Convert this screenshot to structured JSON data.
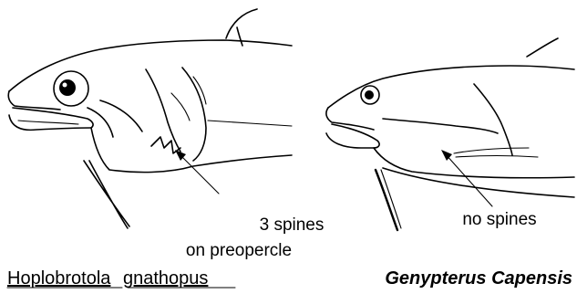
{
  "left_fish": {
    "annotation_line1": "3 spines",
    "annotation_line2": "on preopercle",
    "name_part1": "Hoplobrotola",
    "name_part2": "gnathopus"
  },
  "right_fish": {
    "annotation": "no spines",
    "name": "Genypterus Capensis"
  }
}
